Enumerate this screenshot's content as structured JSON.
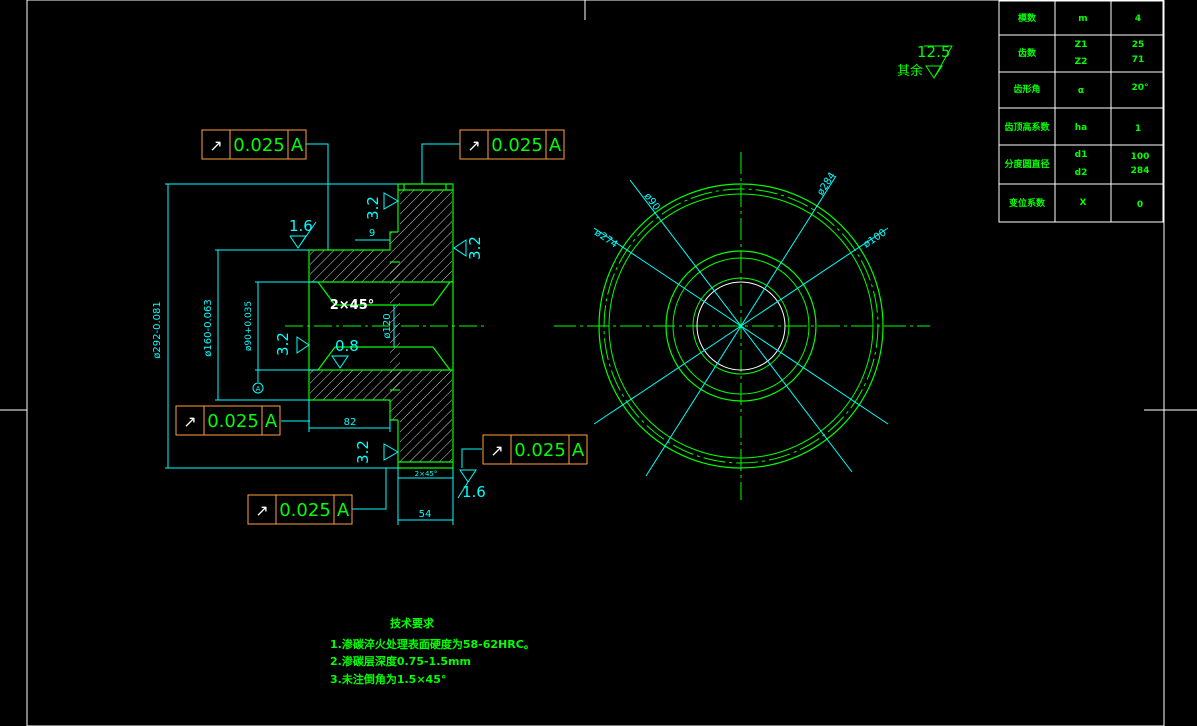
{
  "colors": {
    "background": "#000000",
    "frame": "#ffffff",
    "outline": "#00ff00",
    "dimension": "#00ffff",
    "centerline": "#00ff00",
    "hatch": "#ffffff",
    "tolerance_box": "#ffa040",
    "text_green": "#00ff00",
    "text_white": "#ffffff"
  },
  "param_table": {
    "rows": [
      {
        "name": "模数",
        "symbol": "m",
        "value": "4"
      },
      {
        "name": "齿数",
        "symbol": "Z1",
        "symbol2": "Z2",
        "value": "25",
        "value2": "71"
      },
      {
        "name": "齿形角",
        "symbol": "α",
        "value": "20°"
      },
      {
        "name": "齿顶高系数",
        "symbol": "ha",
        "value": "1"
      },
      {
        "name": "分度圆直径",
        "symbol": "d1",
        "symbol2": "d2",
        "value": "100",
        "value2": "284"
      },
      {
        "name": "变位系数",
        "symbol": "X",
        "value": "0"
      }
    ]
  },
  "roughness_rest": {
    "label": "其余",
    "value": "12.5"
  },
  "tolerance_frames": [
    {
      "symbol": "↗",
      "value": "0.025",
      "datum": "A"
    },
    {
      "symbol": "↗",
      "value": "0.025",
      "datum": "A"
    },
    {
      "symbol": "↗",
      "value": "0.025",
      "datum": "A"
    },
    {
      "symbol": "↗",
      "value": "0.025",
      "datum": "A"
    },
    {
      "symbol": "↗",
      "value": "0.025",
      "datum": "A"
    }
  ],
  "roughness_marks": {
    "r1": "1.6",
    "r2": "3.2",
    "r3": "3.2",
    "r4": "3.2",
    "r5": "0.8",
    "r6": "3.2",
    "r7": "1.6"
  },
  "dimensions": {
    "d292": "ø292-0.081",
    "d160": "ø160-0.063",
    "d90": "ø90+0.035",
    "d120": "ø120",
    "dim9": "9",
    "dim82": "82",
    "dim54": "54",
    "chamfer": "2×45°",
    "chamfer_small": "2×45°",
    "datum_marker": "A"
  },
  "side_view_labels": {
    "d90": "ø90",
    "d284": "ø284",
    "d274": "ø274",
    "d100": "ø100"
  },
  "tech_requirements": {
    "title": "技术要求",
    "items": [
      "1.渗碳淬火处理表面硬度为58-62HRC。",
      "2.渗碳层深度0.75-1.5mm",
      "3.未注倒角为1.5×45°"
    ]
  }
}
